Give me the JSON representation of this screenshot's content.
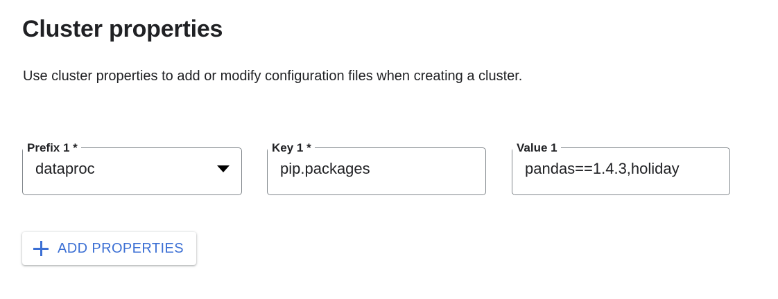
{
  "page": {
    "title": "Cluster properties",
    "description": "Use cluster properties to add or modify configuration files when creating a cluster."
  },
  "colors": {
    "accent": "#3b6fd4",
    "text": "#202124",
    "field_border": "#80868b",
    "surface": "#ffffff"
  },
  "properties_row": {
    "prefix": {
      "label": "Prefix 1 *",
      "value": "dataproc",
      "control": "select",
      "icon": "chevron-down-icon",
      "required": true
    },
    "key": {
      "label": "Key 1 *",
      "value": "pip.packages",
      "placeholder": "",
      "control": "text",
      "required": true
    },
    "value": {
      "label": "Value 1",
      "value": "pandas==1.4.3,holiday",
      "placeholder": "",
      "control": "text",
      "required": false
    }
  },
  "actions": {
    "add_properties": {
      "label": "ADD PROPERTIES",
      "icon": "plus-icon"
    }
  }
}
